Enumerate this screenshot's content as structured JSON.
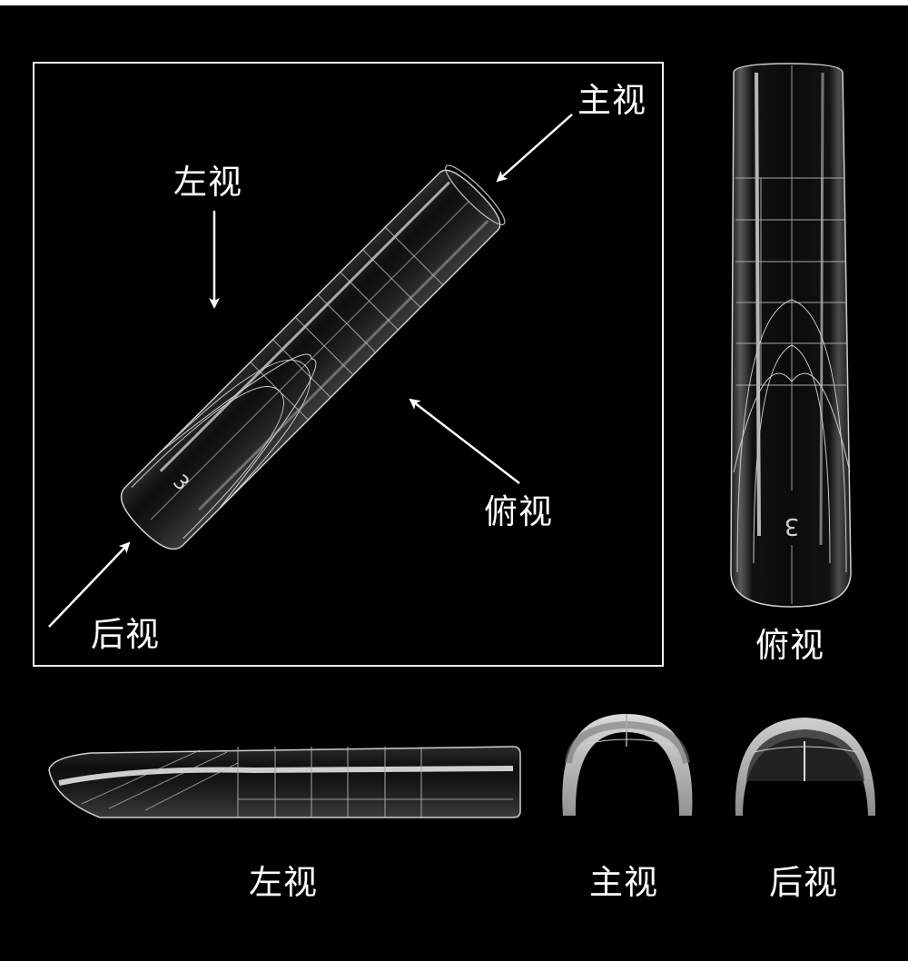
{
  "labels": {
    "frame_front": "主视",
    "frame_left": "左视",
    "frame_top": "俯视",
    "frame_back": "后视",
    "top_view": "俯视",
    "left_view": "左视",
    "front_view": "主视",
    "back_view": "后视"
  },
  "nail_number": "3",
  "colors": {
    "background": "#000000",
    "outline": "#d8d8d8",
    "text": "#ffffff"
  }
}
